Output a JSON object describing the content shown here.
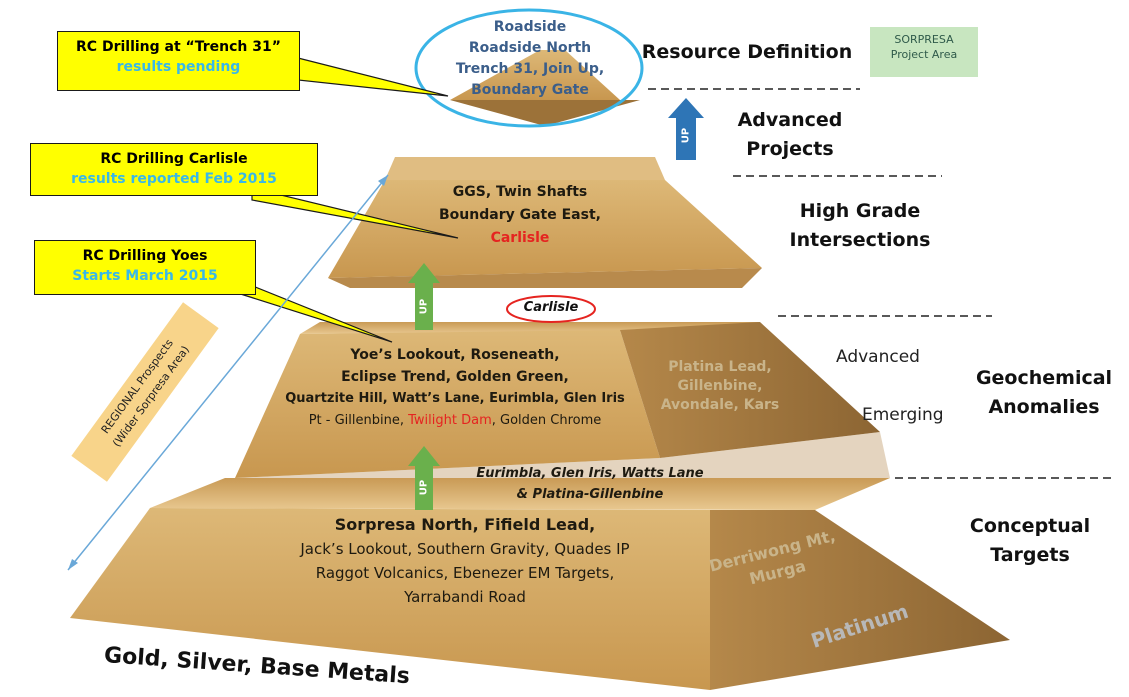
{
  "callouts": {
    "trench": {
      "title": "RC Drilling at “Trench 31”",
      "sub": "results pending"
    },
    "carlisle": {
      "title": "RC Drilling Carlisle",
      "sub": "results reported Feb 2015"
    },
    "yoes": {
      "title": "RC Drilling Yoes",
      "sub": "Starts March 2015"
    }
  },
  "sorpresa_box": {
    "line1": "SORPRESA",
    "line2": "Project Area"
  },
  "levels": {
    "resource": "Resource Definition",
    "advanced_1": "Advanced",
    "advanced_2": "Projects",
    "high_grade_1": "High Grade",
    "high_grade_2": "Intersections",
    "advanced_sub": "Advanced",
    "emerging_sub": "Emerging",
    "geochem_1": "Geochemical",
    "geochem_2": "Anomalies",
    "conceptual_1": "Conceptual",
    "conceptual_2": "Targets"
  },
  "top_tier": [
    "Roadside",
    "Roadside North",
    "Trench 31, Join Up,",
    "Boundary Gate"
  ],
  "tier2": {
    "line1": "GGS, Twin Shafts",
    "line2": "Boundary Gate East,",
    "line3_red": "Carlisle"
  },
  "carlisle_oval": "Carlisle",
  "tier3": {
    "line1": "Yoe’s Lookout, Roseneath,",
    "line2": "Eclipse Trend, Golden Green,",
    "line3": "Quartzite Hill, Watt’s Lane, Eurimbla, Glen Iris",
    "line4_a": "Pt - Gillenbine, ",
    "line4_red": "Twilight Dam",
    "line4_b": ", Golden Chrome",
    "side": [
      "Platina Lead,",
      "Gillenbine,",
      "Avondale, Kars"
    ]
  },
  "between": {
    "line1": "Eurimbla, Glen Iris, Watts Lane",
    "line2": "& Platina-Gillenbine"
  },
  "tier4": {
    "bold": "Sorpresa North, Fifield Lead,",
    "lines": [
      "Jack’s Lookout, Southern Gravity, Quades IP",
      "Raggot Volcanics, Ebenezer EM Targets,",
      "Yarrabandi Road"
    ],
    "side": [
      "Derriwong Mt,",
      "Murga"
    ]
  },
  "up_label": "UP",
  "regional": {
    "line1": "REGIONAL Prospects",
    "line2": "(Wider Sorpresa Area)"
  },
  "bottom_left": "Gold, Silver, Base Metals",
  "bottom_right": "Platinum",
  "colors": {
    "gold_front": "#d0a45c",
    "gold_side": "#a87a3c",
    "gold_top": "#e6c486",
    "callout_yellow": "#ffff00",
    "up_green": "#6ab04c",
    "up_blue": "#2e75b6",
    "oval_blue": "#3ab4e6",
    "red": "#e52420"
  }
}
